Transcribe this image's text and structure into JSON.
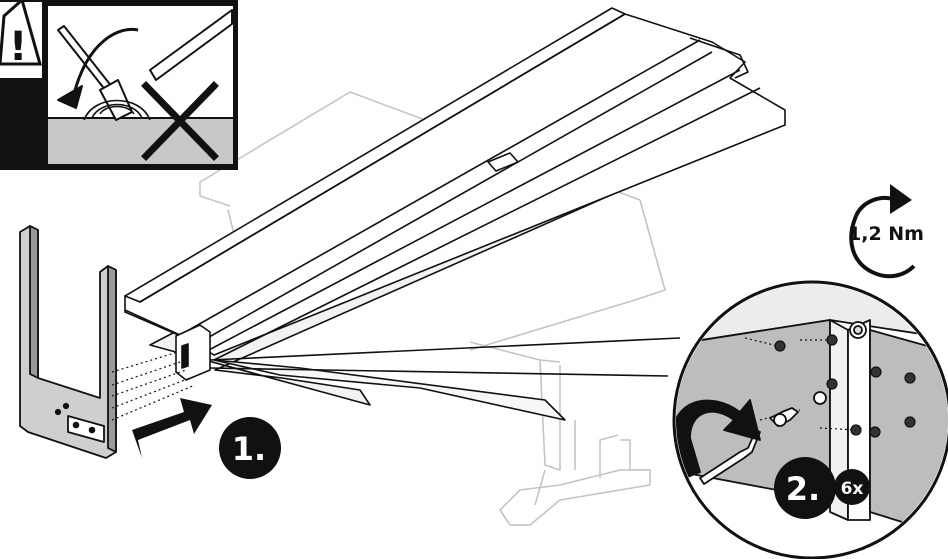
{
  "instructions": {
    "step1_label": "1.",
    "step2_label": "2.",
    "quantity_badge": "6x",
    "torque_value": "1,2 Nm"
  },
  "warning_panel": {
    "symbol": "!",
    "icons": [
      "warning-triangle-icon",
      "no-hammer-icon",
      "cross-icon"
    ]
  },
  "colors": {
    "outline": "#111111",
    "panel_gray": "#bdbdbd",
    "light_gray": "#d9d9d9",
    "ghost_line": "#c4c4c4",
    "badge": "#111111"
  }
}
